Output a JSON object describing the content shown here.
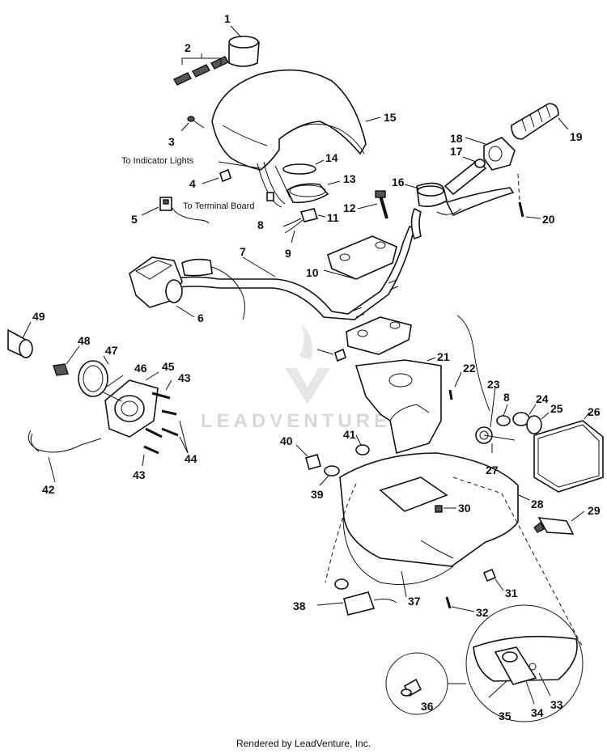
{
  "callouts": [
    "1",
    "2",
    "3",
    "4",
    "5",
    "6",
    "7",
    "8",
    "9",
    "10",
    "11",
    "12",
    "13",
    "14",
    "15",
    "16",
    "17",
    "18",
    "19",
    "20",
    "21",
    "22",
    "23",
    "24",
    "25",
    "26",
    "27",
    "28",
    "29",
    "30",
    "31",
    "32",
    "33",
    "34",
    "35",
    "36",
    "37",
    "38",
    "39",
    "40",
    "41",
    "42",
    "43",
    "44",
    "45",
    "46",
    "47",
    "48",
    "49"
  ],
  "notes": {
    "indicator_lights": "To Indicator Lights",
    "terminal_board": "To Terminal Board"
  },
  "watermark": "LEADVENTURE",
  "footer": "Rendered by LeadVenture, Inc."
}
